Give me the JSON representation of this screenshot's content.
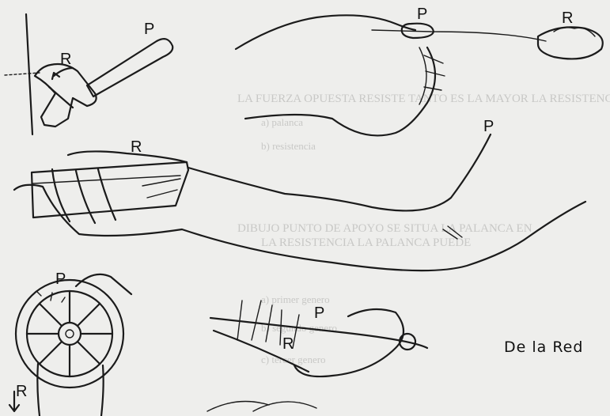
{
  "figures": {
    "hammer": {
      "p": "P",
      "r": "R"
    },
    "spoon": {
      "p": "P",
      "r": "R"
    },
    "arm": {
      "p": "P",
      "r": "R"
    },
    "wheel": {
      "p": "P",
      "r": "R"
    },
    "knife": {
      "p": "P",
      "r": "R"
    }
  },
  "signature": "De la Red",
  "bleed_through": {
    "line1": "LA FUERZA OPUESTA RESISTE TANTO ES LA MAYOR LA RESISTENCIA",
    "line2": "a) palanca",
    "line3": "b) resistencia",
    "line4": "DIBUJO PUNTO DE APOYO SE SITUA LA PALANCA EN",
    "line5": "LA RESISTENCIA LA PALANCA PUEDE",
    "line6": "a) primer genero",
    "line7": "b) segundo genero",
    "line8": "c) tercer genero"
  }
}
